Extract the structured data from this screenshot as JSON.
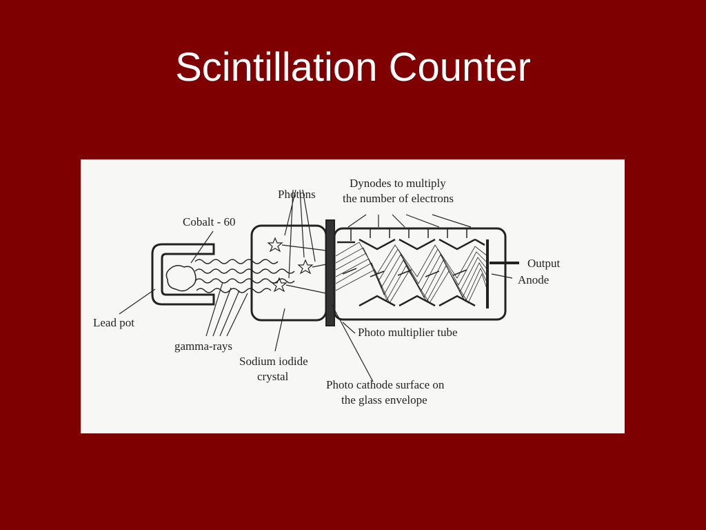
{
  "slide": {
    "title": "Scintillation Counter",
    "background_color": "#7f0000",
    "title_color": "#ffffff"
  },
  "diagram": {
    "labels": {
      "photons": "Photons",
      "dynodes_line1": "Dynodes to multiply",
      "dynodes_line2": "the number of electrons",
      "cobalt": "Cobalt - 60",
      "output": "Output",
      "anode": "Anode",
      "lead_pot": "Lead pot",
      "photo_multiplier": "Photo multiplier tube",
      "gamma_rays": "gamma-rays",
      "sodium_line1": "Sodium iodide",
      "sodium_line2": "crystal",
      "cathode_line1": "Photo cathode surface on",
      "cathode_line2": "the glass envelope"
    }
  }
}
